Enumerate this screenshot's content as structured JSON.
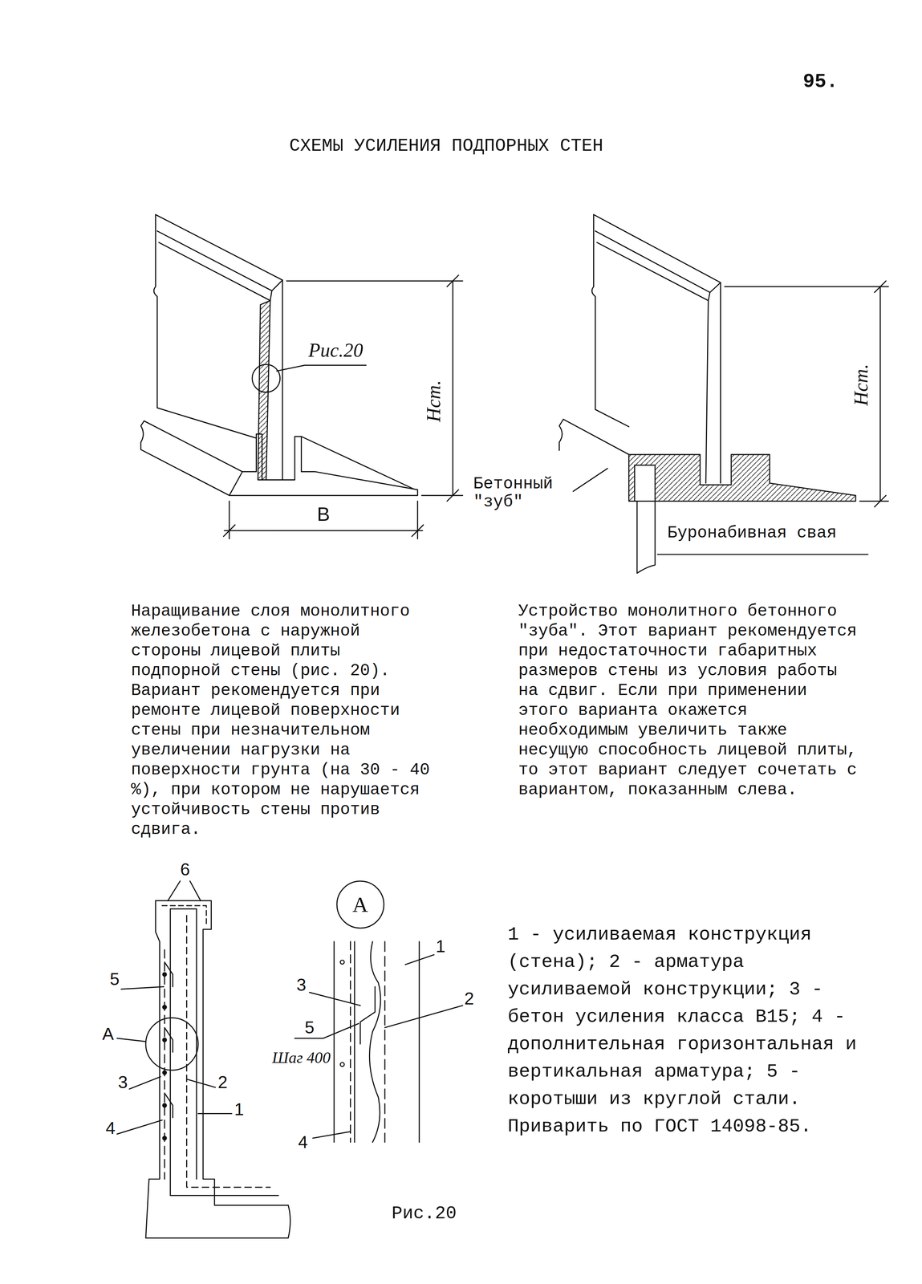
{
  "diagram": {
    "title": "СХЕМЫ УСИЛЕНИЯ ПОДПОРНЫХ СТЕН",
    "caption": "Рис.20",
    "nodes": [
      {
        "text": [
          "А"
        ]
      }
    ],
    "labels": [
      "95.",
      "Рис.20",
      "Нст.",
      "В",
      "Нст.",
      "Бетонный \"зуб\"",
      "Буронабивная свая",
      "Наращивание слоя монолитного железобетона с наружной стороны лицевой плиты подпорной стены (рис. 20). Вариант рекомендуется при ремонте лицевой поверхности стены при незначительном увеличении нагрузки на поверхности грунта (на 30 - 40 %), при котором не нарушается устойчивость стены против сдвига.",
      "Устройство монолитного бетонного \"зуба\". Этот вариант рекомендуется при недостаточности габаритных размеров стены из условия работы на сдвиг. Если при применении этого варианта окажется необходимым увеличить также несущую способность лицевой плиты, то этот вариант следует сочетать с вариантом, показанным слева.",
      "6",
      "5",
      "А",
      "3",
      "2",
      "4",
      "1",
      "1",
      "3",
      "2",
      "5",
      "Шаг 400",
      "4",
      "1 - усиливаемая конструкция (стена); 2 - арматура усиливаемой конструкции; 3 - бетон усиления класса В15; 4 - дополнительная горизонтальная и вертикальная арматура; 5 - коротыши из круглой стали. Приварить по ГОСТ 14098-85."
    ]
  }
}
